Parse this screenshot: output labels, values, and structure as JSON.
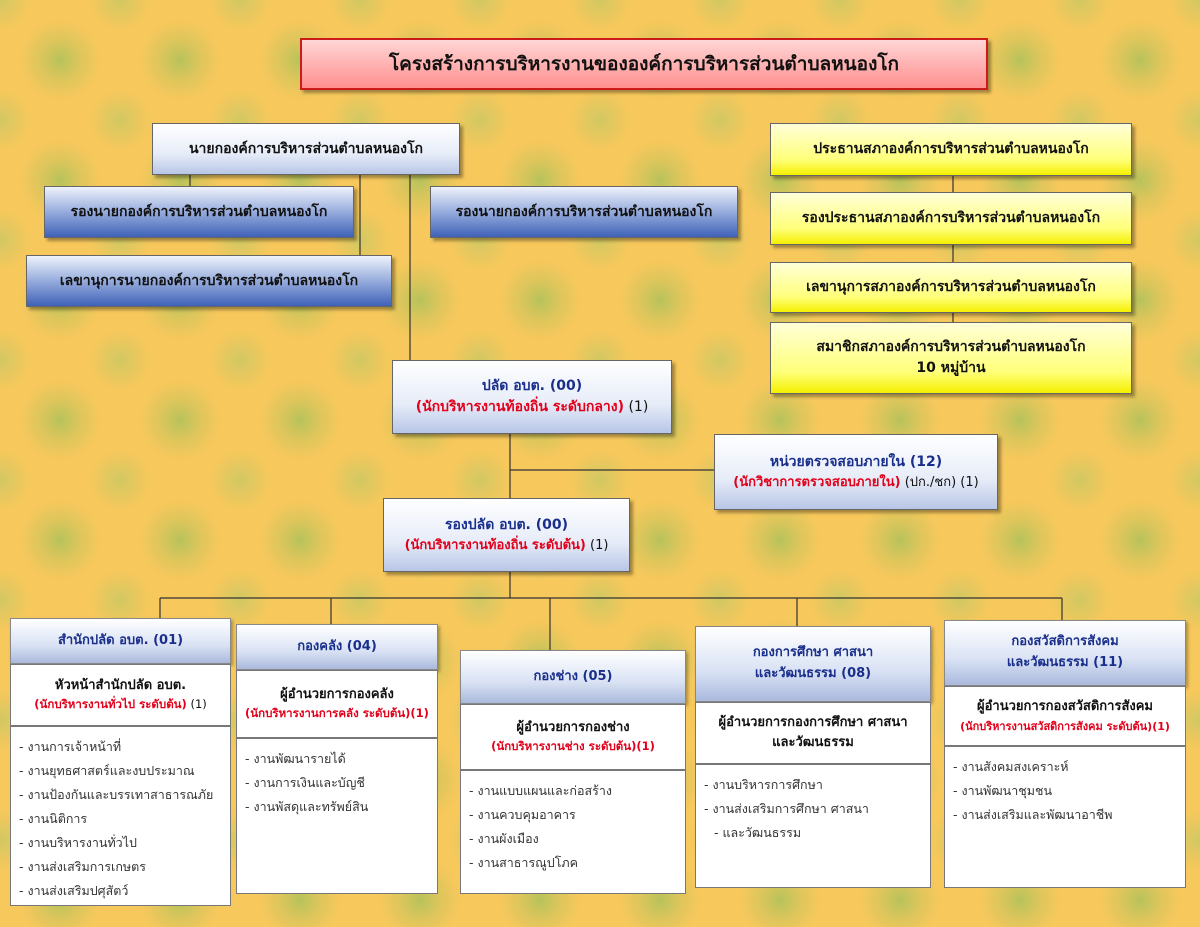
{
  "title": "โครงสร้างการบริหารงานขององค์การบริหารส่วนตำบลหนองโก",
  "executive": {
    "mayor": "นายกองค์การบริหารส่วนตำบลหนองโก",
    "deputy_left": "รองนายกองค์การบริหารส่วนตำบลหนองโก",
    "deputy_right": "รองนายกองค์การบริหารส่วนตำบลหนองโก",
    "secretary": "เลขานุการนายกองค์การบริหารส่วนตำบลหนองโก"
  },
  "council": {
    "president": "ประธานสภาองค์การบริหารส่วนตำบลหนองโก",
    "vice_president": "รองประธานสภาองค์การบริหารส่วนตำบลหนองโก",
    "secretary": "เลขานุการสภาองค์การบริหารส่วนตำบลหนองโก",
    "members": "สมาชิกสภาองค์การบริหารส่วนตำบลหนองโก",
    "members_count": "10 หมู่บ้าน"
  },
  "palad": {
    "title": "ปลัด  อบต. (00)",
    "position": "(นักบริหารงานท้องถิ่น ระดับกลาง)",
    "count": " (1)"
  },
  "audit": {
    "title": "หน่วยตรวจสอบภายใน (12)",
    "position": "(นักวิชาการตรวจสอบภายใน)",
    "count": " (ปก./ชก) (1)"
  },
  "deputy_palad": {
    "title": "รองปลัด  อบต. (00)",
    "position": "(นักบริหารงานท้องถิ่น ระดับต้น)",
    "count": " (1)"
  },
  "departments": [
    {
      "name": "สำนักปลัด อบต. (01)",
      "name2": "",
      "manager": "หัวหน้าสำนักปลัด อบต.",
      "manager2": "",
      "position": "(นักบริหารงานทั่วไป ระดับต้น)",
      "count": " (1)",
      "tasks": [
        "งานการเจ้าหน้าที่",
        "งานยุทธศาสตร์และงบประมาณ",
        "งานป้องกันและบรรเทาสาธารณภัย",
        "งานนิติการ",
        "งานบริหารงานทั่วไป",
        "งานส่งเสริมการเกษตร",
        "งานส่งเสริมปศุสัตว์"
      ]
    },
    {
      "name": "กองคลัง (04)",
      "name2": "",
      "manager": "ผู้อำนวยการกองคลัง",
      "manager2": "",
      "position": "(นักบริหารงานการคลัง ระดับต้น)(1)",
      "count": "",
      "tasks": [
        "งานพัฒนารายได้",
        "งานการเงินและบัญชี",
        "งานพัสดุและทรัพย์สิน"
      ]
    },
    {
      "name": "กองช่าง (05)",
      "name2": "",
      "manager": "ผู้อำนวยการกองช่าง",
      "manager2": "",
      "position": "(นักบริหารงานช่าง ระดับต้น)(1)",
      "count": "",
      "tasks": [
        "งานแบบแผนและก่อสร้าง",
        "งานควบคุมอาคาร",
        "งานผังเมือง",
        "งานสาธารณูปโภค"
      ]
    },
    {
      "name": "กองการศึกษา ศาสนา",
      "name2": "และวัฒนธรรม (08)",
      "manager": "ผู้อำนวยการกองการศึกษา ศาสนา",
      "manager2": "และวัฒนธรรม",
      "position": "",
      "count": "",
      "tasks": [
        "งานบริหารการศึกษา",
        "งานส่งเสริมการศึกษา ศาสนา",
        "และวัฒนธรรม"
      ]
    },
    {
      "name": "กองสวัสดิการสังคม",
      "name2": "และวัฒนธรรม (11)",
      "manager": "ผู้อำนวยการกองสวัสดิการสังคม",
      "manager2": "",
      "position": "(นักบริหารงานสวัสดิการสังคม ระดับต้น)(1)",
      "count": "",
      "tasks": [
        "งานสังคมสงเคราะห์",
        "งานพัฒนาชุมชน",
        "งานส่งเสริมและพัฒนาอาชีพ"
      ]
    }
  ]
}
